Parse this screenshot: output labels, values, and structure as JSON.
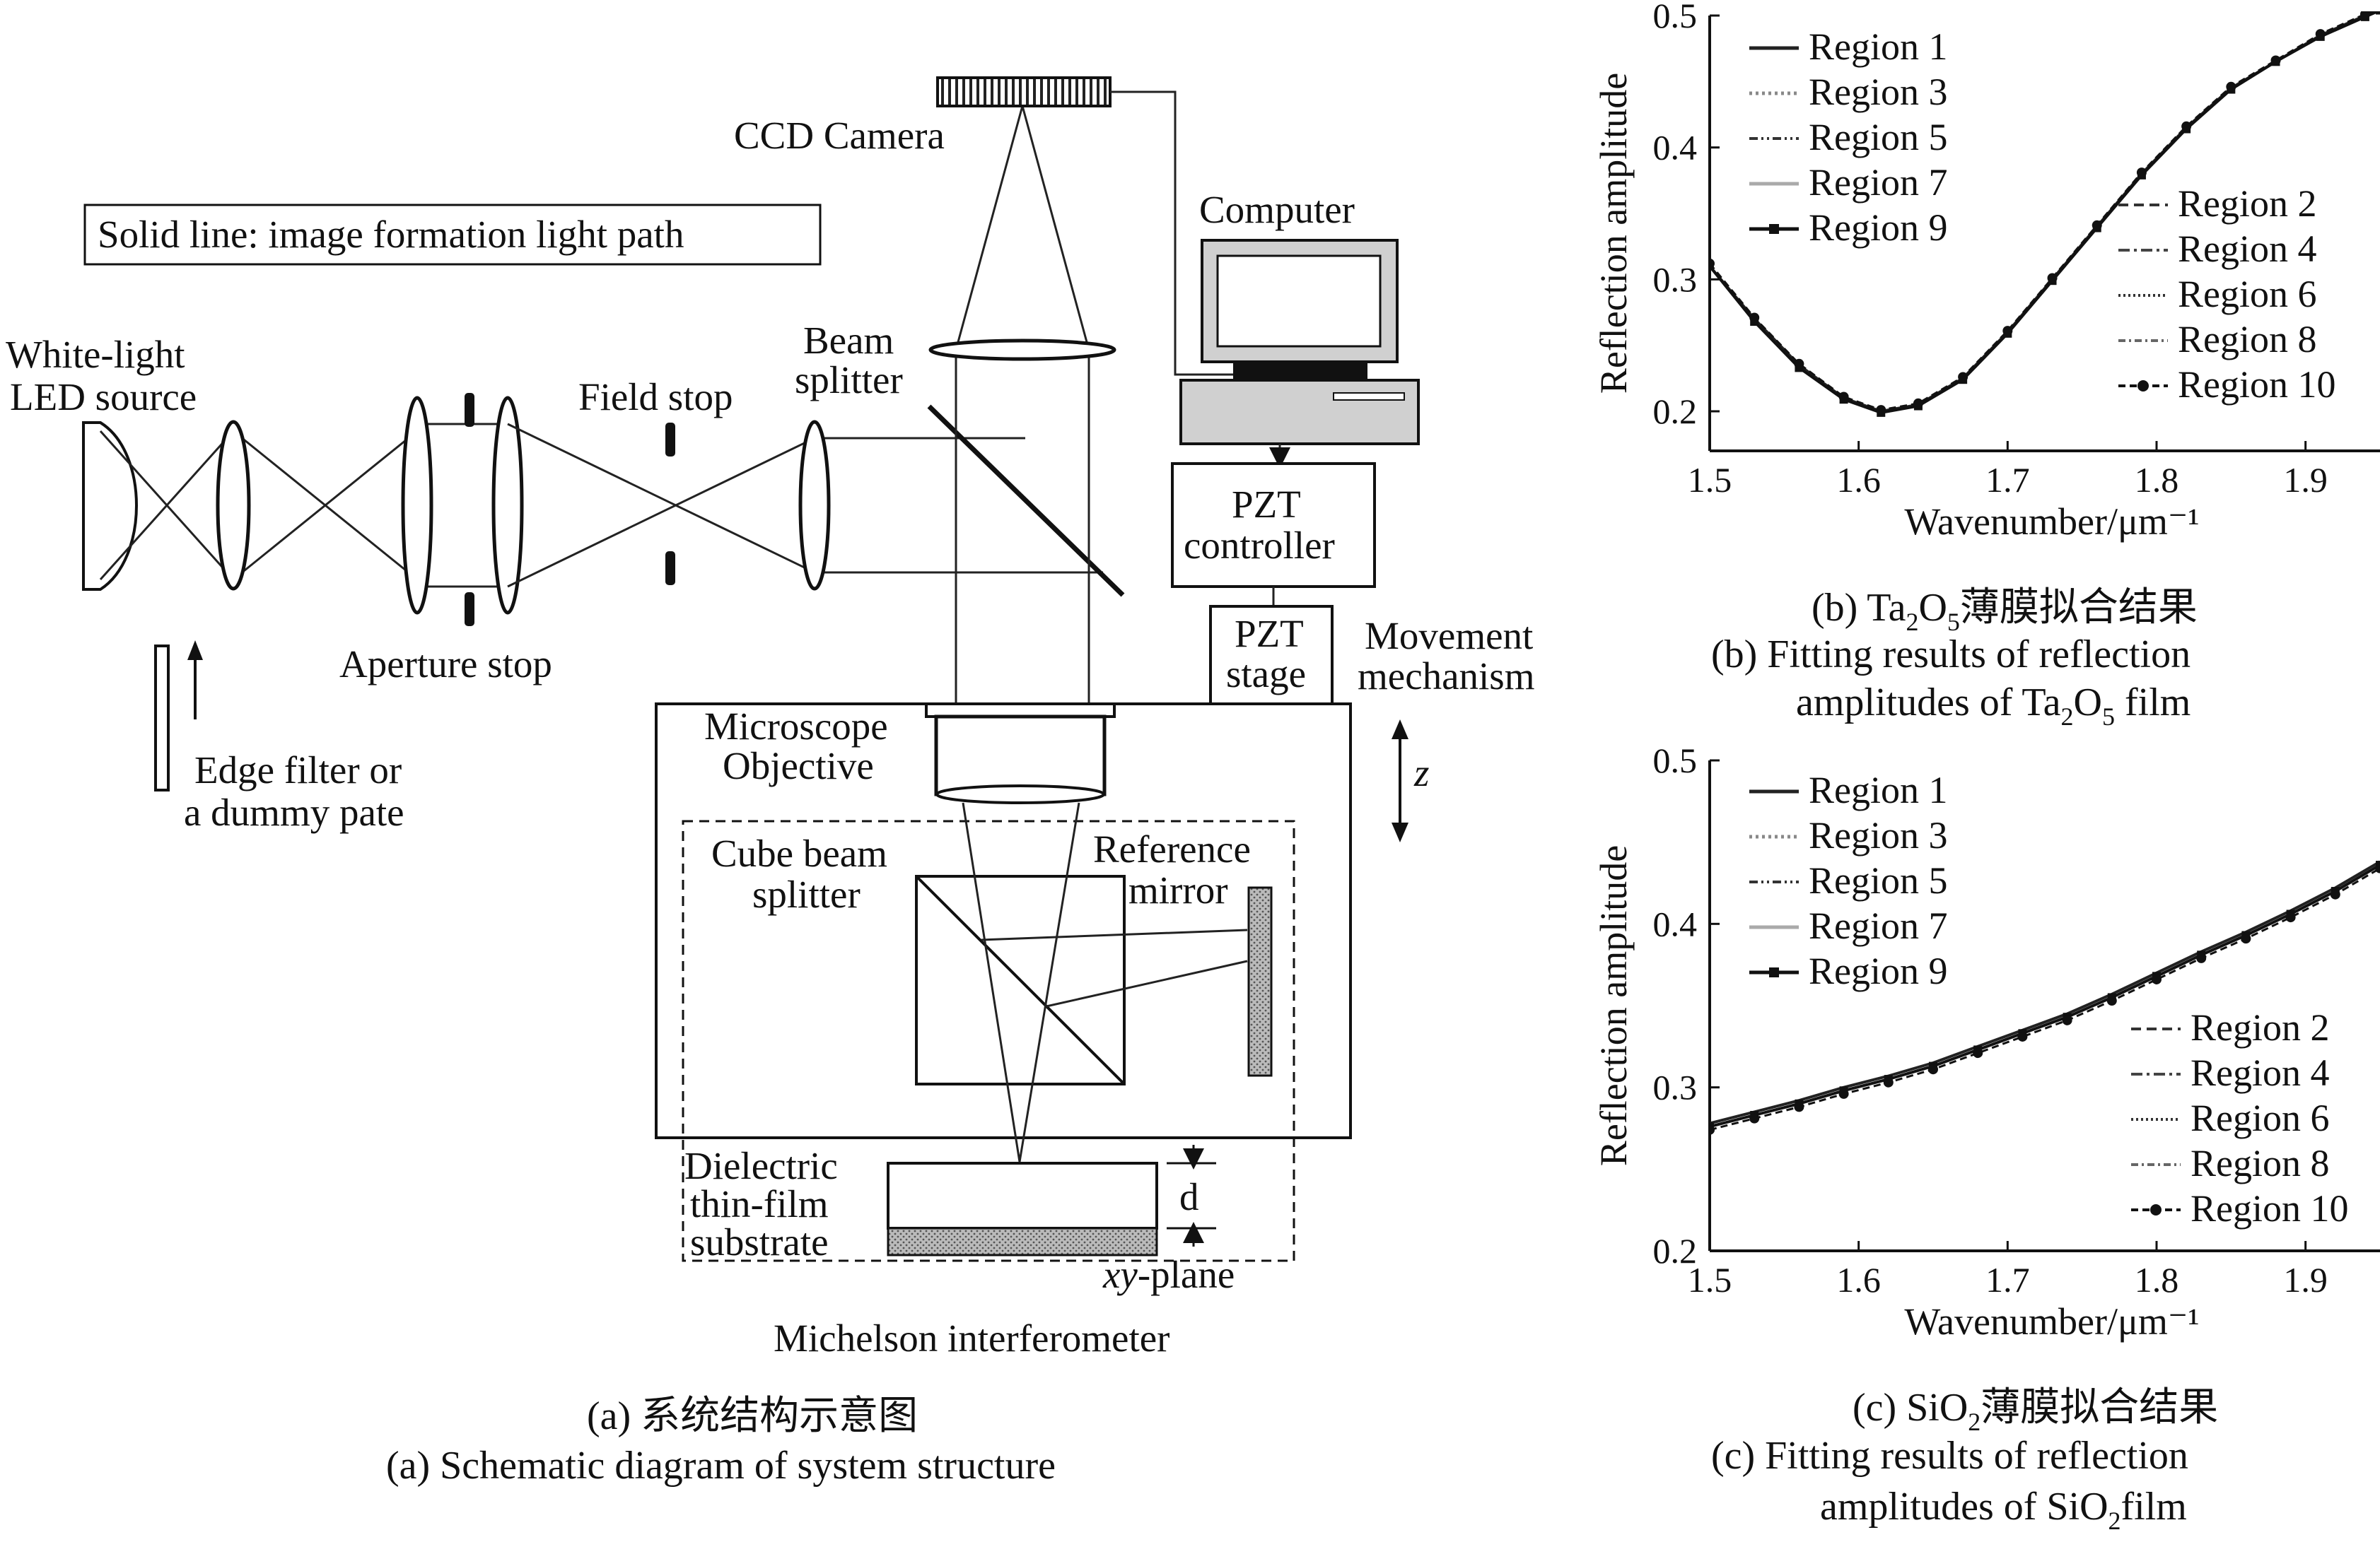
{
  "diagram": {
    "note_box": "Solid line: image formation light path",
    "white_light": [
      "White-light",
      "LED source"
    ],
    "aperture_stop": "Aperture stop",
    "field_stop": "Field stop",
    "beam_splitter": [
      "Beam",
      "splitter"
    ],
    "ccd_camera": "CCD Camera",
    "computer": "Computer",
    "pzt_controller": [
      "PZT",
      "controller"
    ],
    "pzt_stage": [
      "PZT",
      "stage"
    ],
    "movement_mechanism": [
      "Movement",
      "mechanism"
    ],
    "z_label": "z",
    "edge_filter": [
      "Edge filter or",
      "a dummy pate"
    ],
    "microscope_objective": [
      "Microscope",
      "Objective"
    ],
    "cube_beam_splitter": [
      "Cube beam",
      "splitter"
    ],
    "reference_mirror": [
      "Reference",
      "mirror"
    ],
    "dielectric": [
      "Dielectric",
      "thin-film",
      "substrate"
    ],
    "d_label": "d",
    "xy_plane_italic": "xy",
    "xy_plane_rest": "-plane",
    "michelson": "Michelson interferometer",
    "caption_cn": "(a) 系统结构示意图",
    "caption_en": "(a) Schematic diagram of system structure"
  },
  "panel_b_caption": {
    "line1_prefix": "(b) Ta",
    "sub1": "2",
    "mid": "O",
    "sub2": "5",
    "line1_suffix": "薄膜拟合结果",
    "line2": "(b) Fitting results of reflection",
    "line3_prefix": "amplitudes of Ta",
    "line3_sub1": "2",
    "line3_mid": "O",
    "line3_sub2": "5",
    "line3_suffix": " film"
  },
  "panel_c_caption": {
    "line1_prefix": "(c) SiO",
    "sub1": "2",
    "line1_suffix": "薄膜拟合结果",
    "line2": "(c) Fitting results of reflection",
    "line3_prefix": "amplitudes of SiO",
    "line3_sub1": "2",
    "line3_suffix": "film"
  },
  "chart_data": [
    {
      "type": "line",
      "xlabel": "Wavenumber/μm⁻¹",
      "ylabel": "Reflection amplitude",
      "xlim": [
        1.5,
        1.95
      ],
      "ylim": [
        0.17,
        0.5
      ],
      "xticks": [
        "1.5",
        "1.6",
        "1.7",
        "1.8",
        "1.9"
      ],
      "yticks": [
        "0.2",
        "0.3",
        "0.4",
        "0.5"
      ],
      "legend_left": [
        "Region 1",
        "Region 3",
        "Region 5",
        "Region 7",
        "Region 9"
      ],
      "legend_right": [
        "Region 2",
        "Region 4",
        "Region 6",
        "Region 8",
        "Region 10"
      ],
      "x": [
        1.5,
        1.53,
        1.56,
        1.59,
        1.615,
        1.64,
        1.67,
        1.7,
        1.73,
        1.76,
        1.79,
        1.82,
        1.85,
        1.88,
        1.91,
        1.94,
        1.95
      ],
      "series": [
        {
          "name": "Region 1",
          "values": [
            0.31,
            0.27,
            0.235,
            0.21,
            0.2,
            0.205,
            0.225,
            0.26,
            0.3,
            0.34,
            0.38,
            0.415,
            0.445,
            0.465,
            0.485,
            0.5,
            0.505
          ]
        },
        {
          "name": "Region 9",
          "values": [
            0.31,
            0.268,
            0.233,
            0.209,
            0.199,
            0.204,
            0.224,
            0.259,
            0.299,
            0.339,
            0.379,
            0.414,
            0.444,
            0.465,
            0.484,
            0.499,
            0.504
          ]
        },
        {
          "name": "Region 10",
          "values": [
            0.312,
            0.271,
            0.236,
            0.211,
            0.201,
            0.206,
            0.226,
            0.261,
            0.301,
            0.341,
            0.381,
            0.416,
            0.446,
            0.466,
            0.486,
            0.501,
            0.506
          ]
        }
      ]
    },
    {
      "type": "line",
      "xlabel": "Wavenumber/μm⁻¹",
      "ylabel": "Reflection amplitude",
      "xlim": [
        1.5,
        1.95
      ],
      "ylim": [
        0.2,
        0.5
      ],
      "xticks": [
        "1.5",
        "1.6",
        "1.7",
        "1.8",
        "1.9"
      ],
      "yticks": [
        "0.2",
        "0.3",
        "0.4",
        "0.5"
      ],
      "legend_left": [
        "Region 1",
        "Region 3",
        "Region 5",
        "Region 7",
        "Region 9"
      ],
      "legend_right": [
        "Region 2",
        "Region 4",
        "Region 6",
        "Region 8",
        "Region 10"
      ],
      "x": [
        1.5,
        1.53,
        1.56,
        1.59,
        1.62,
        1.65,
        1.68,
        1.71,
        1.74,
        1.77,
        1.8,
        1.83,
        1.86,
        1.89,
        1.92,
        1.95
      ],
      "series": [
        {
          "name": "Region 1",
          "values": [
            0.278,
            0.285,
            0.292,
            0.3,
            0.307,
            0.315,
            0.325,
            0.335,
            0.345,
            0.357,
            0.37,
            0.383,
            0.395,
            0.408,
            0.422,
            0.438
          ]
        },
        {
          "name": "Region 9",
          "values": [
            0.276,
            0.283,
            0.29,
            0.298,
            0.305,
            0.313,
            0.323,
            0.333,
            0.343,
            0.355,
            0.368,
            0.381,
            0.393,
            0.406,
            0.42,
            0.436
          ]
        },
        {
          "name": "Region 10",
          "values": [
            0.274,
            0.281,
            0.288,
            0.296,
            0.303,
            0.311,
            0.321,
            0.331,
            0.341,
            0.353,
            0.366,
            0.379,
            0.391,
            0.404,
            0.418,
            0.434
          ]
        }
      ]
    }
  ]
}
